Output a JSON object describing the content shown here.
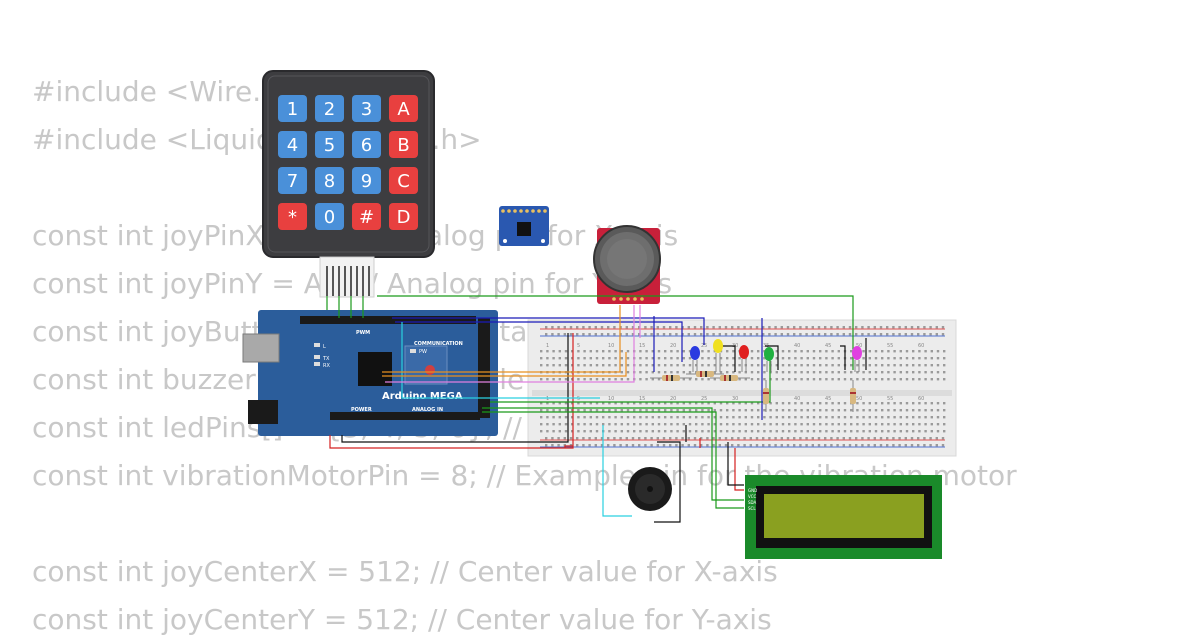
{
  "code_lines": [
    "#include <Wire.h>",
    "#include <LiquidCrystal_I2C.h>",
    "",
    "const int joyPinX = A0; // Analog pin for X-axis",
    "const int joyPinY = A1; // Analog pin for Y-axis",
    "const int joyButtonPin = 2; // Digital pin for joystick button",
    "const int buzzerPin = 9; // Example pin for the buzzer",
    "const int ledPins[] = {3, 4, 5, 6}; // Example pins for LEDs",
    "const int vibrationMotorPin = 8; // Example pin for the vibration motor",
    "",
    "const int joyCenterX = 512; // Center value for X-axis",
    "const int joyCenterY = 512; // Center value for Y-axis"
  ],
  "keypad": {
    "keys": [
      "1",
      "2",
      "3",
      "A",
      "4",
      "5",
      "6",
      "B",
      "7",
      "8",
      "9",
      "C",
      "*",
      "0",
      "#",
      "D"
    ],
    "number_color": "#4a90d9",
    "letter_color": "#e8403f"
  },
  "arduino": {
    "label": "Arduino MEGA",
    "pwm_label": "PWM",
    "comm_label": "COMMUNICATION",
    "power_label": "POWER",
    "analog_label": "ANALOG IN",
    "led_l": "L",
    "led_tx": "TX",
    "led_rx": "RX",
    "led_pw": "PW",
    "board_color": "#2b5d9b"
  },
  "breadboard": {
    "numbers": [
      "1",
      "5",
      "10",
      "15",
      "20",
      "25",
      "30",
      "35",
      "40",
      "45",
      "50",
      "55",
      "60"
    ]
  },
  "lcd": {
    "pins": [
      "GND",
      "VCC",
      "SDA",
      "SCL"
    ],
    "screen_color": "#8aa020"
  },
  "colors": {
    "wire_red": "#d42020",
    "wire_black": "#111111",
    "wire_green": "#1a9a1a",
    "wire_blue": "#1a1ab8",
    "wire_cyan": "#2ad0e0",
    "wire_orange": "#e89020",
    "wire_pink": "#e080e0"
  }
}
